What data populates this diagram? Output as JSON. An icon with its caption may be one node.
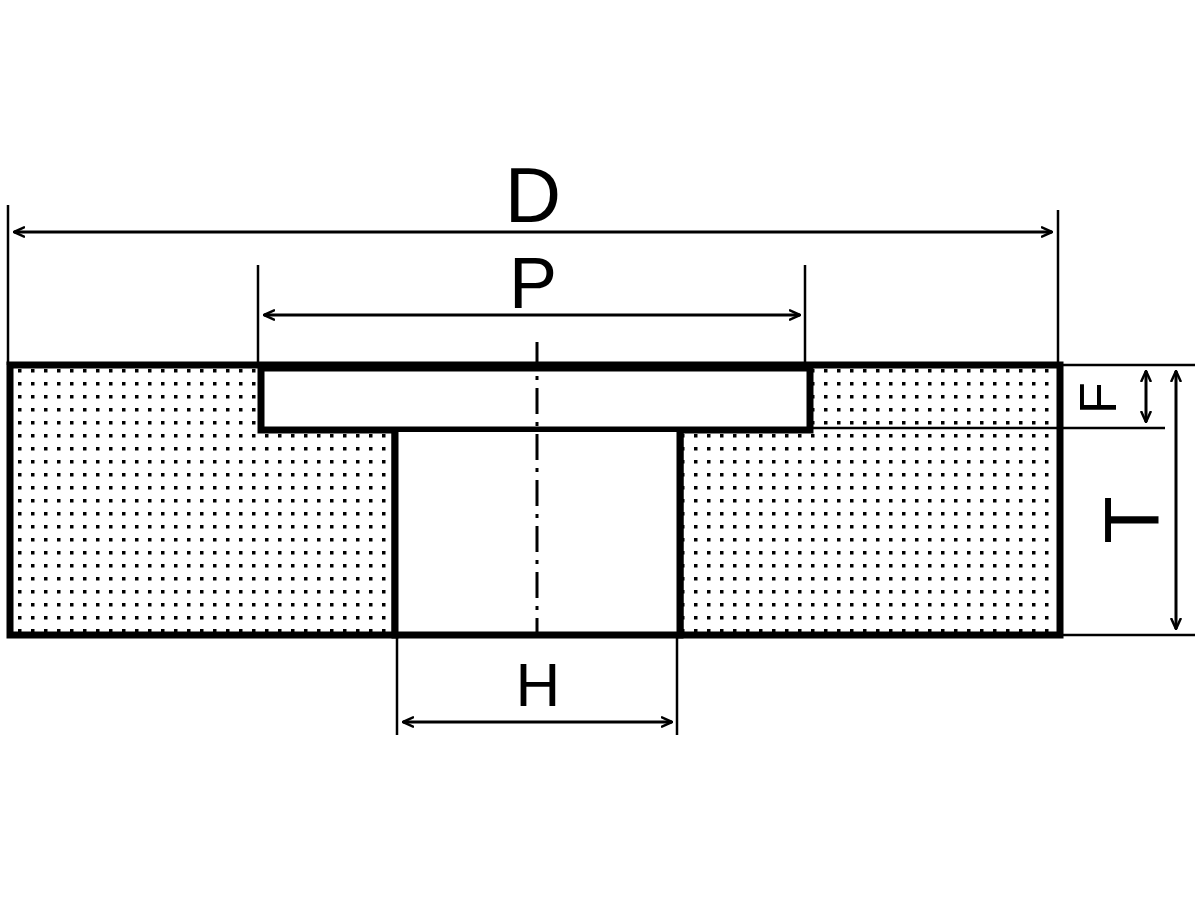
{
  "diagram": {
    "labels": [
      "D",
      "P",
      "F",
      "T",
      "H"
    ]
  }
}
